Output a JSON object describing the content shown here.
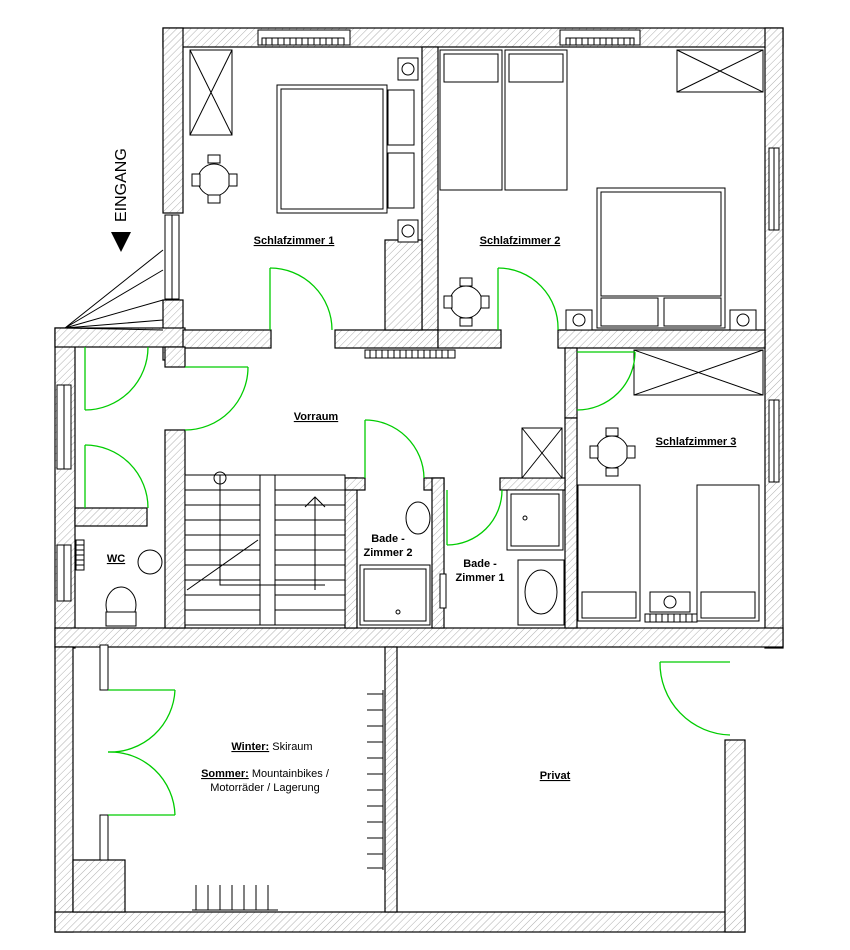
{
  "entrance": {
    "label": "EINGANG"
  },
  "rooms": {
    "schlafzimmer1": "Schlafzimmer 1",
    "schlafzimmer2": "Schlafzimmer 2",
    "schlafzimmer3": "Schlafzimmer 3",
    "vorraum": "Vorraum",
    "wc": "WC",
    "bade2_line1": "Bade -",
    "bade2_line2": "Zimmer 2",
    "bade1_line1": "Bade -",
    "bade1_line2": "Zimmer 1",
    "privat": "Privat"
  },
  "storage": {
    "winter_label": "Winter:",
    "winter_text": " Skiraum",
    "summer_label": "Sommer:",
    "summer_text": " Mountainbikes /",
    "summer_text2": "Motorräder / Lagerung"
  },
  "colors": {
    "door_swing": "#00cc00",
    "wall": "#000000",
    "background": "#ffffff"
  }
}
